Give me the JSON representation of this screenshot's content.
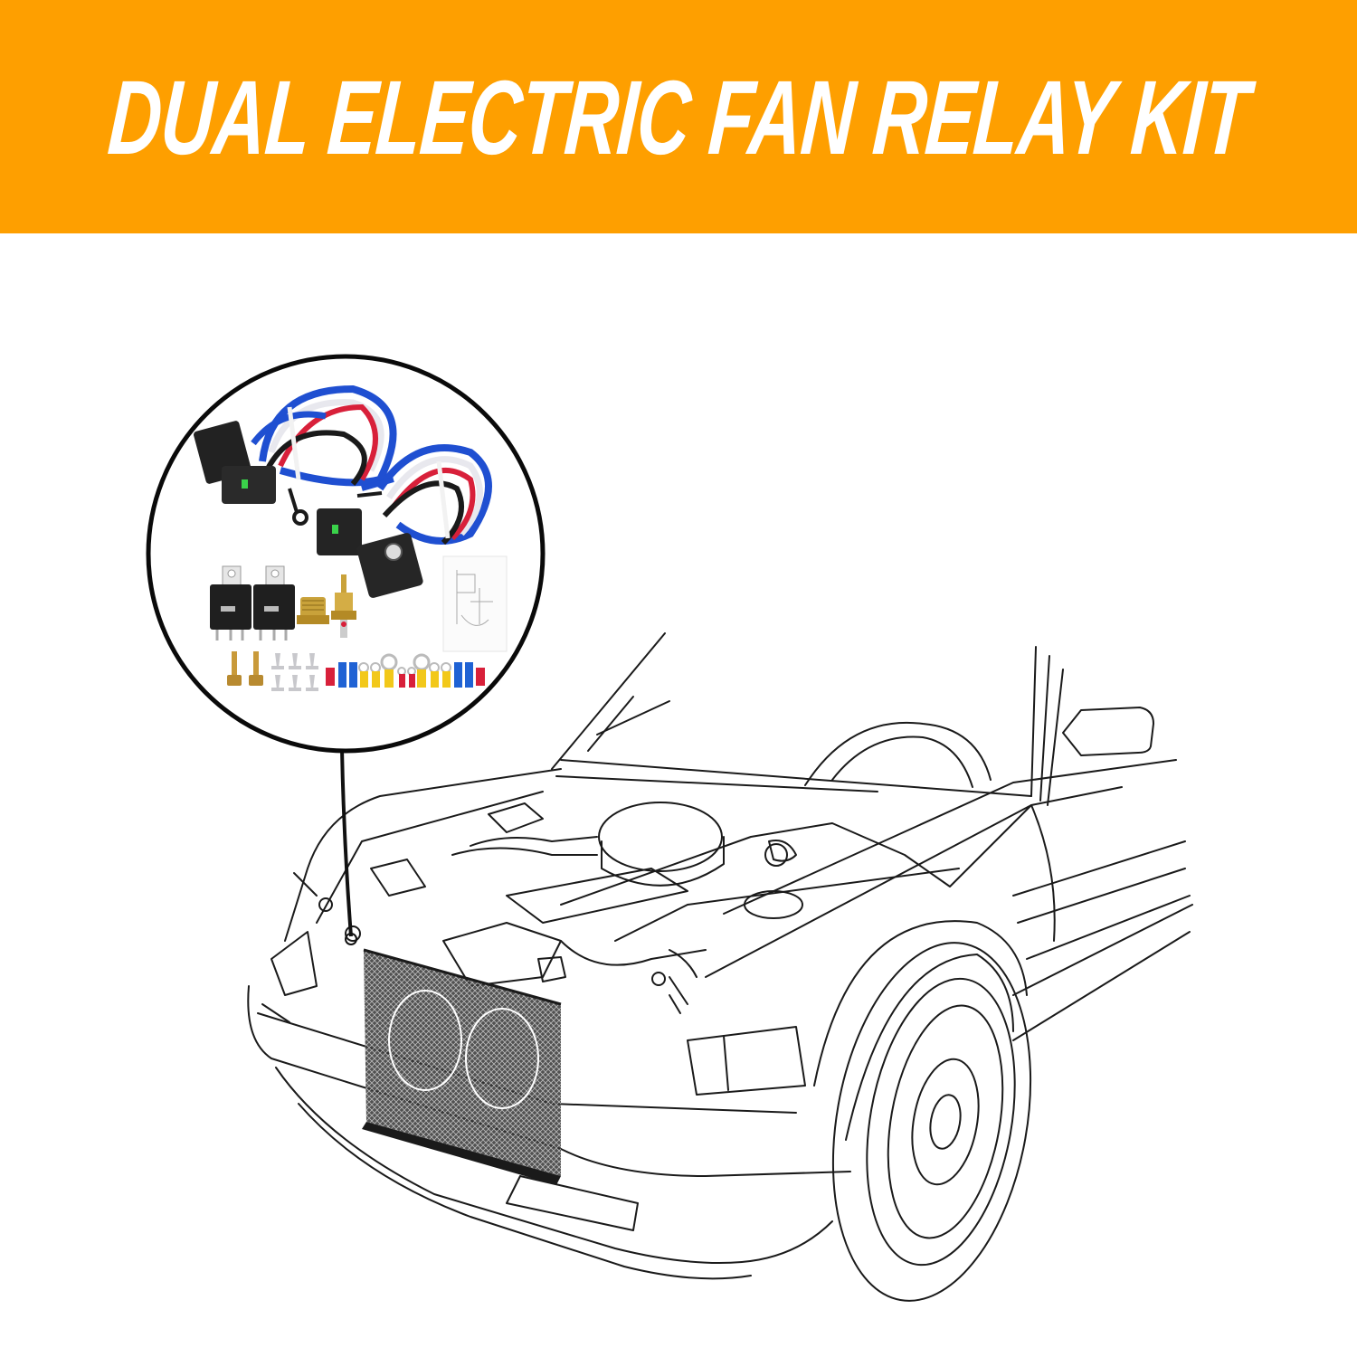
{
  "banner": {
    "title": "DUAL ELECTRIC FAN RELAY KIT",
    "background_color": "#fe9f00",
    "text_color": "#ffffff"
  },
  "inset": {
    "shape": "circle",
    "components": [
      {
        "name": "wiring-harness",
        "count": 2,
        "wire_colors": [
          "#1f4fd1",
          "#e8e8ee",
          "#d8203a",
          "#1a1a1a"
        ]
      },
      {
        "name": "toggle-switch",
        "count": 2,
        "indicator_color": "#3ad24a"
      },
      {
        "name": "relay",
        "count": 2
      },
      {
        "name": "brass-adapter",
        "count": 1,
        "color": "#c9a23a"
      },
      {
        "name": "temperature-sensor",
        "count": 1
      },
      {
        "name": "wiring-diagram-sheet",
        "count": 1
      },
      {
        "name": "bolt",
        "count": 2
      },
      {
        "name": "screw",
        "count": 6
      },
      {
        "name": "terminal-connectors",
        "colors": [
          "#d8203a",
          "#1f62d4",
          "#f2c81a"
        ]
      }
    ]
  },
  "illustration": {
    "subject": "car-front-line-drawing",
    "callout": "leader-line-to-radiator-fan"
  }
}
